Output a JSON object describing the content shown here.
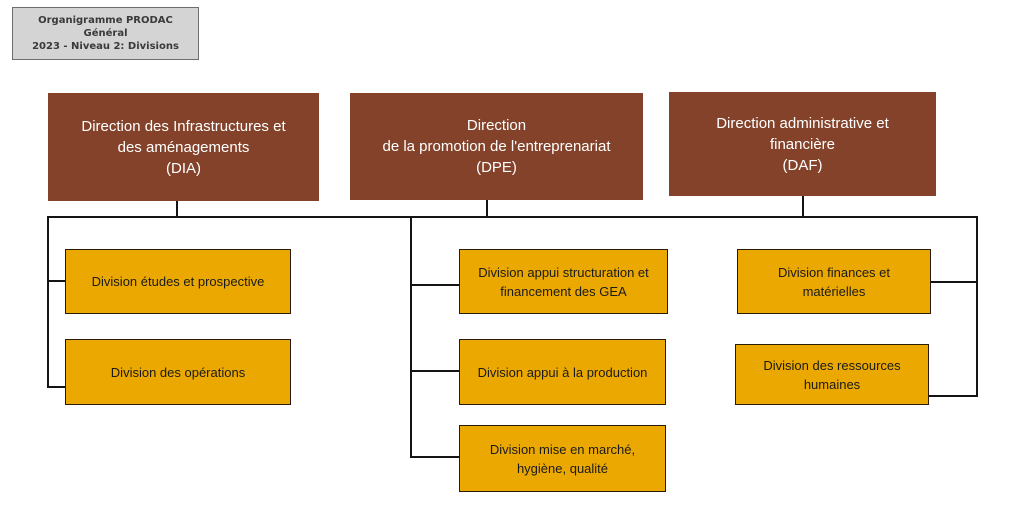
{
  "title": {
    "line1": "Organigramme PRODAC",
    "line2": "Général",
    "line3": "2023 - Niveau 2: Divisions"
  },
  "directions": [
    {
      "lines": [
        "Direction des Infrastructures et",
        "des aménagements",
        "(DIA)"
      ],
      "divisions": [
        {
          "lines": [
            "Division études  et prospective"
          ]
        },
        {
          "lines": [
            "Division des opérations"
          ]
        }
      ]
    },
    {
      "lines": [
        "Direction",
        "de la promotion de l'entreprenariat",
        "(DPE)"
      ],
      "divisions": [
        {
          "lines": [
            "Division appui structuration et",
            "financement des GEA"
          ]
        },
        {
          "lines": [
            "Division appui à la production"
          ]
        },
        {
          "lines": [
            "Division mise en marché,",
            "hygiène, qualité"
          ]
        }
      ]
    },
    {
      "lines": [
        "Direction administrative et",
        "financière",
        "(DAF)"
      ],
      "divisions": [
        {
          "lines": [
            "Division finances et",
            "matérielles"
          ]
        },
        {
          "lines": [
            "Division des ressources",
            "humaines"
          ]
        }
      ]
    }
  ],
  "colors": {
    "direction_fill": "#84422a",
    "division_fill": "#eba800",
    "title_fill": "#d4d4d4",
    "connector": "#141414"
  }
}
